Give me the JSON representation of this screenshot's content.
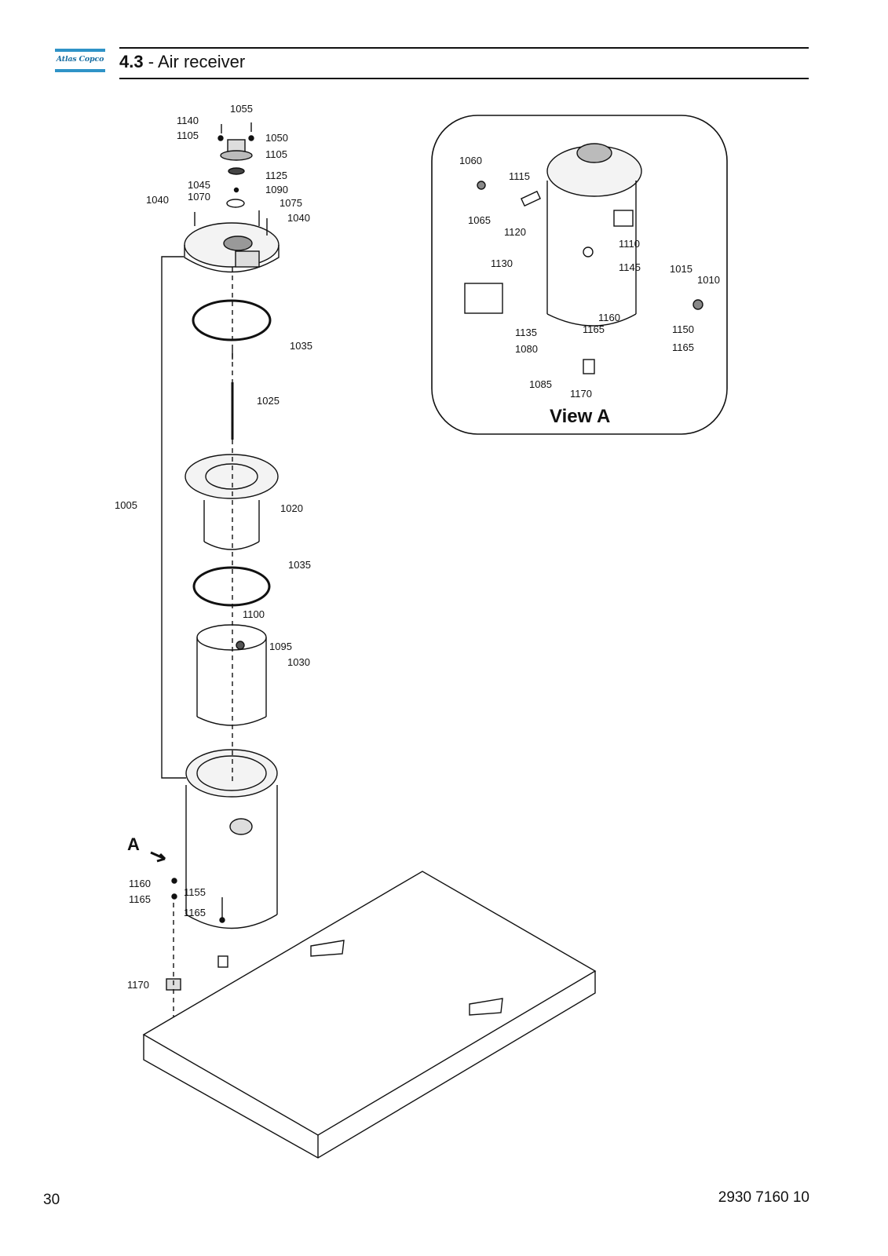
{
  "header": {
    "logo_text": "Atlas Copco",
    "section_number": "4.3",
    "section_separator": " - ",
    "section_title": "Air receiver",
    "accent_color": "#2f93c7"
  },
  "footer": {
    "page_number": "30",
    "document_number": "2930 7160 10"
  },
  "main_callouts": [
    {
      "id": "c1055",
      "label": "1055"
    },
    {
      "id": "c1140",
      "label": "1140"
    },
    {
      "id": "c1050",
      "label": "1050"
    },
    {
      "id": "c1105a",
      "label": "1105"
    },
    {
      "id": "c1105b",
      "label": "1105"
    },
    {
      "id": "c1125",
      "label": "1125"
    },
    {
      "id": "c1045",
      "label": "1045"
    },
    {
      "id": "c1090",
      "label": "1090"
    },
    {
      "id": "c1070",
      "label": "1070"
    },
    {
      "id": "c1075",
      "label": "1075"
    },
    {
      "id": "c1040a",
      "label": "1040"
    },
    {
      "id": "c1040b",
      "label": "1040"
    },
    {
      "id": "c1035a",
      "label": "1035"
    },
    {
      "id": "c1025",
      "label": "1025"
    },
    {
      "id": "c1005",
      "label": "1005"
    },
    {
      "id": "c1020",
      "label": "1020"
    },
    {
      "id": "c1035b",
      "label": "1035"
    },
    {
      "id": "c1100",
      "label": "1100"
    },
    {
      "id": "c1095",
      "label": "1095"
    },
    {
      "id": "c1030",
      "label": "1030"
    },
    {
      "id": "c1160",
      "label": "1160"
    },
    {
      "id": "c1165a",
      "label": "1165"
    },
    {
      "id": "c1155",
      "label": "1155"
    },
    {
      "id": "c1165b",
      "label": "1165"
    },
    {
      "id": "c1170",
      "label": "1170"
    }
  ],
  "view_a": {
    "title": "View A",
    "callouts": [
      {
        "id": "v1060",
        "label": "1060"
      },
      {
        "id": "v1115",
        "label": "1115"
      },
      {
        "id": "v1065",
        "label": "1065"
      },
      {
        "id": "v1120",
        "label": "1120"
      },
      {
        "id": "v1110",
        "label": "1110"
      },
      {
        "id": "v1130",
        "label": "1130"
      },
      {
        "id": "v1145",
        "label": "1145"
      },
      {
        "id": "v1015",
        "label": "1015"
      },
      {
        "id": "v1010",
        "label": "1010"
      },
      {
        "id": "v1160",
        "label": "1160"
      },
      {
        "id": "v1135",
        "label": "1135"
      },
      {
        "id": "v1165a",
        "label": "1165"
      },
      {
        "id": "v1150",
        "label": "1150"
      },
      {
        "id": "v1080",
        "label": "1080"
      },
      {
        "id": "v1165b",
        "label": "1165"
      },
      {
        "id": "v1085",
        "label": "1085"
      },
      {
        "id": "v1170",
        "label": "1170"
      }
    ]
  },
  "direction_marker": "A"
}
